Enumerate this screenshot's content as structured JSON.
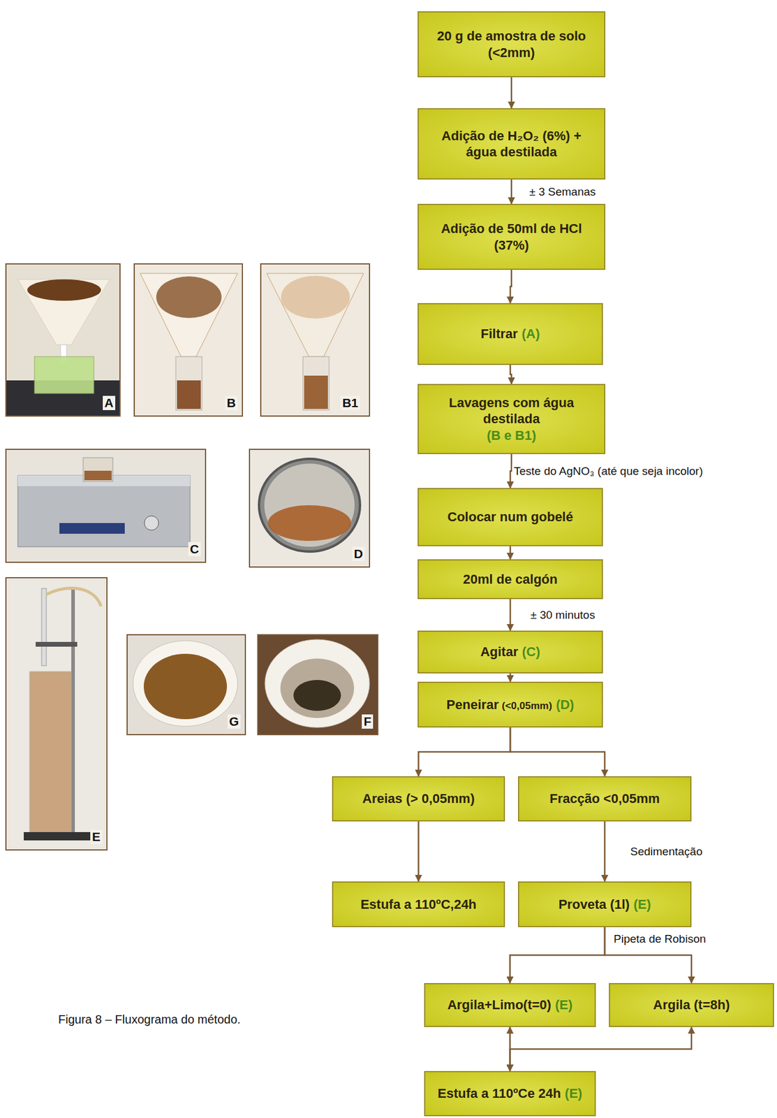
{
  "diagram": {
    "caption": "Figura 8 – Fluxograma do método.",
    "nodes": [
      {
        "text": [
          "20 g de amostra de solo (<2mm)"
        ]
      },
      {
        "text": [
          "Adição de H₂O₂ (6%) + água destilada"
        ]
      },
      {
        "text": [
          "Adição de 50ml de HCl (37%)"
        ]
      },
      {
        "text": [
          "Filtrar",
          "(A)"
        ]
      },
      {
        "text": [
          "Lavagens com água destilada",
          "(B e B1)"
        ]
      },
      {
        "text": [
          "Colocar num gobelé"
        ]
      },
      {
        "text": [
          "20ml de calgón"
        ]
      },
      {
        "text": [
          "Agitar",
          "(C)"
        ]
      },
      {
        "text": [
          "Peneirar",
          "(<0,05mm)",
          "(D)"
        ]
      },
      {
        "text": [
          "Areias (> 0,05mm)"
        ]
      },
      {
        "text": [
          "Fracção <0,05mm"
        ]
      },
      {
        "text": [
          "Estufa a 110ºC,24h"
        ]
      },
      {
        "text": [
          "Proveta (1l)",
          "(E)"
        ]
      },
      {
        "text": [
          "Argila+Limo(t=0)",
          "(E)"
        ]
      },
      {
        "text": [
          "Argila (t=8h)"
        ]
      },
      {
        "text": [
          "Estufa a 110ºCe 24h",
          "(E)"
        ]
      }
    ],
    "edges": [
      {
        "from": 0,
        "to": 1,
        "arrow": "to"
      },
      {
        "from": 1,
        "to": 2,
        "arrow": "to",
        "label": "± 3 Semanas"
      },
      {
        "from": 2,
        "to": 3,
        "arrow": "to"
      },
      {
        "from": 3,
        "to": 4,
        "arrow": "to"
      },
      {
        "from": 4,
        "to": 5,
        "arrow": "to",
        "label": "Teste do AgNO₃ (até que seja incolor)"
      },
      {
        "from": 5,
        "to": 6,
        "arrow": "to"
      },
      {
        "from": 6,
        "to": 7,
        "arrow": "to",
        "label": "± 30 minutos"
      },
      {
        "from": 7,
        "to": 8,
        "arrow": "to"
      },
      {
        "from": 8,
        "to": 9,
        "arrow": "to"
      },
      {
        "from": 8,
        "to": 10,
        "arrow": "to"
      },
      {
        "from": 9,
        "to": 11,
        "arrow": "to"
      },
      {
        "from": 10,
        "to": 12,
        "arrow": "to",
        "label": "Sedimentação"
      },
      {
        "from": 12,
        "to": 13,
        "arrow": "to",
        "label": "Pipeta de Robison"
      },
      {
        "from": 12,
        "to": 14,
        "arrow": "to"
      },
      {
        "from": 13,
        "to": 15,
        "arrow": "both"
      },
      {
        "from": 14,
        "to": 15,
        "arrow": "both"
      }
    ],
    "labels": [
      "A",
      "B",
      "B1",
      "C",
      "D",
      "E",
      "G",
      "F"
    ]
  }
}
